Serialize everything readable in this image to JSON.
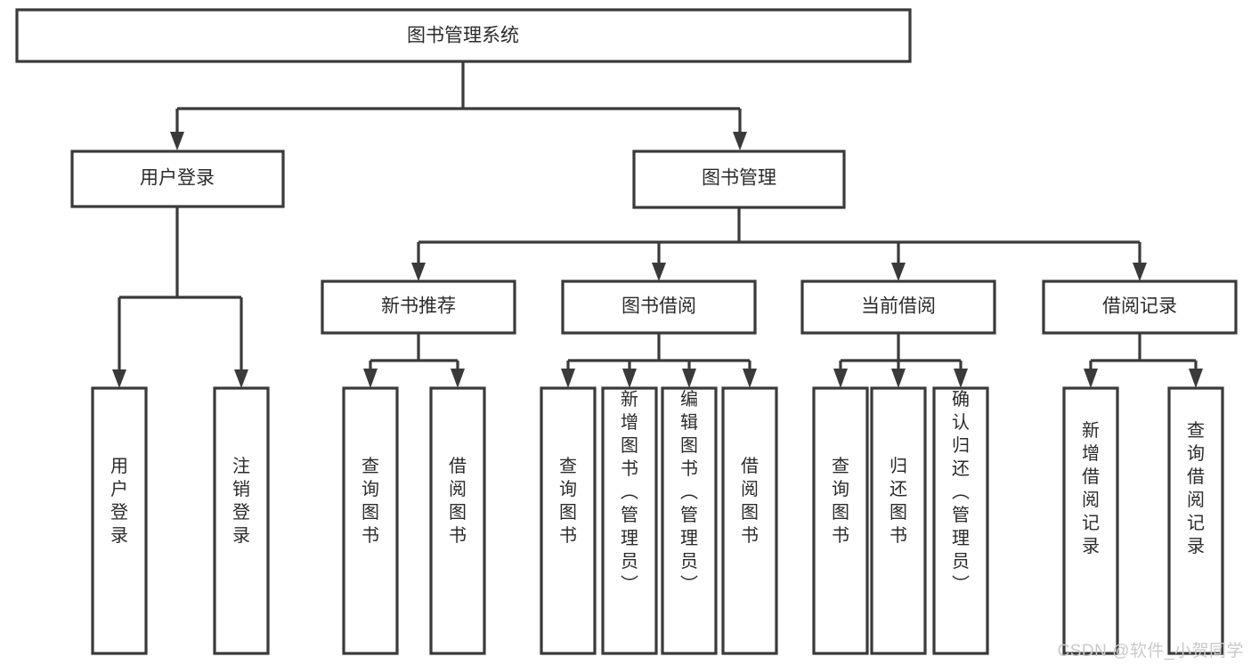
{
  "diagram": {
    "title": "图书管理系统",
    "type": "tree-hierarchy-chart",
    "root": {
      "id": "root",
      "label": "图书管理系统"
    },
    "level1": [
      {
        "id": "user-login",
        "label": "用户登录"
      },
      {
        "id": "book-manage",
        "label": "图书管理"
      }
    ],
    "level2": [
      {
        "id": "new-book-recommend",
        "label": "新书推荐",
        "parent": "book-manage"
      },
      {
        "id": "book-borrow",
        "label": "图书借阅",
        "parent": "book-manage"
      },
      {
        "id": "current-borrow",
        "label": "当前借阅",
        "parent": "book-manage"
      },
      {
        "id": "borrow-record",
        "label": "借阅记录",
        "parent": "book-manage"
      }
    ],
    "leaves": {
      "user-login": [
        {
          "id": "leaf-user-login",
          "label": "用户登录"
        },
        {
          "id": "leaf-user-logout",
          "label": "注销登录"
        }
      ],
      "new-book-recommend": [
        {
          "id": "leaf-query-book-1",
          "label": "查询图书"
        },
        {
          "id": "leaf-borrow-book-1",
          "label": "借阅图书"
        }
      ],
      "book-borrow": [
        {
          "id": "leaf-query-book-2",
          "label": "查询图书"
        },
        {
          "id": "leaf-add-book",
          "label": "新增图书（管理员）"
        },
        {
          "id": "leaf-edit-book",
          "label": "编辑图书（管理员）"
        },
        {
          "id": "leaf-borrow-book-2",
          "label": "借阅图书"
        }
      ],
      "current-borrow": [
        {
          "id": "leaf-query-book-3",
          "label": "查询图书"
        },
        {
          "id": "leaf-return-book",
          "label": "归还图书"
        },
        {
          "id": "leaf-confirm-return",
          "label": "确认归还（管理员）"
        }
      ],
      "borrow-record": [
        {
          "id": "leaf-add-record",
          "label": "新增借阅记录"
        },
        {
          "id": "leaf-query-record",
          "label": "查询借阅记录"
        }
      ]
    }
  },
  "watermark": {
    "text": "CSDN @软件_小贺同学"
  },
  "colors": {
    "box_stroke": "#3a3a3a",
    "box_fill": "#ffffff",
    "text": "#2b2b2b",
    "connector": "#3a3a3a",
    "watermark": "#c9c9c9",
    "background": "#ffffff"
  }
}
